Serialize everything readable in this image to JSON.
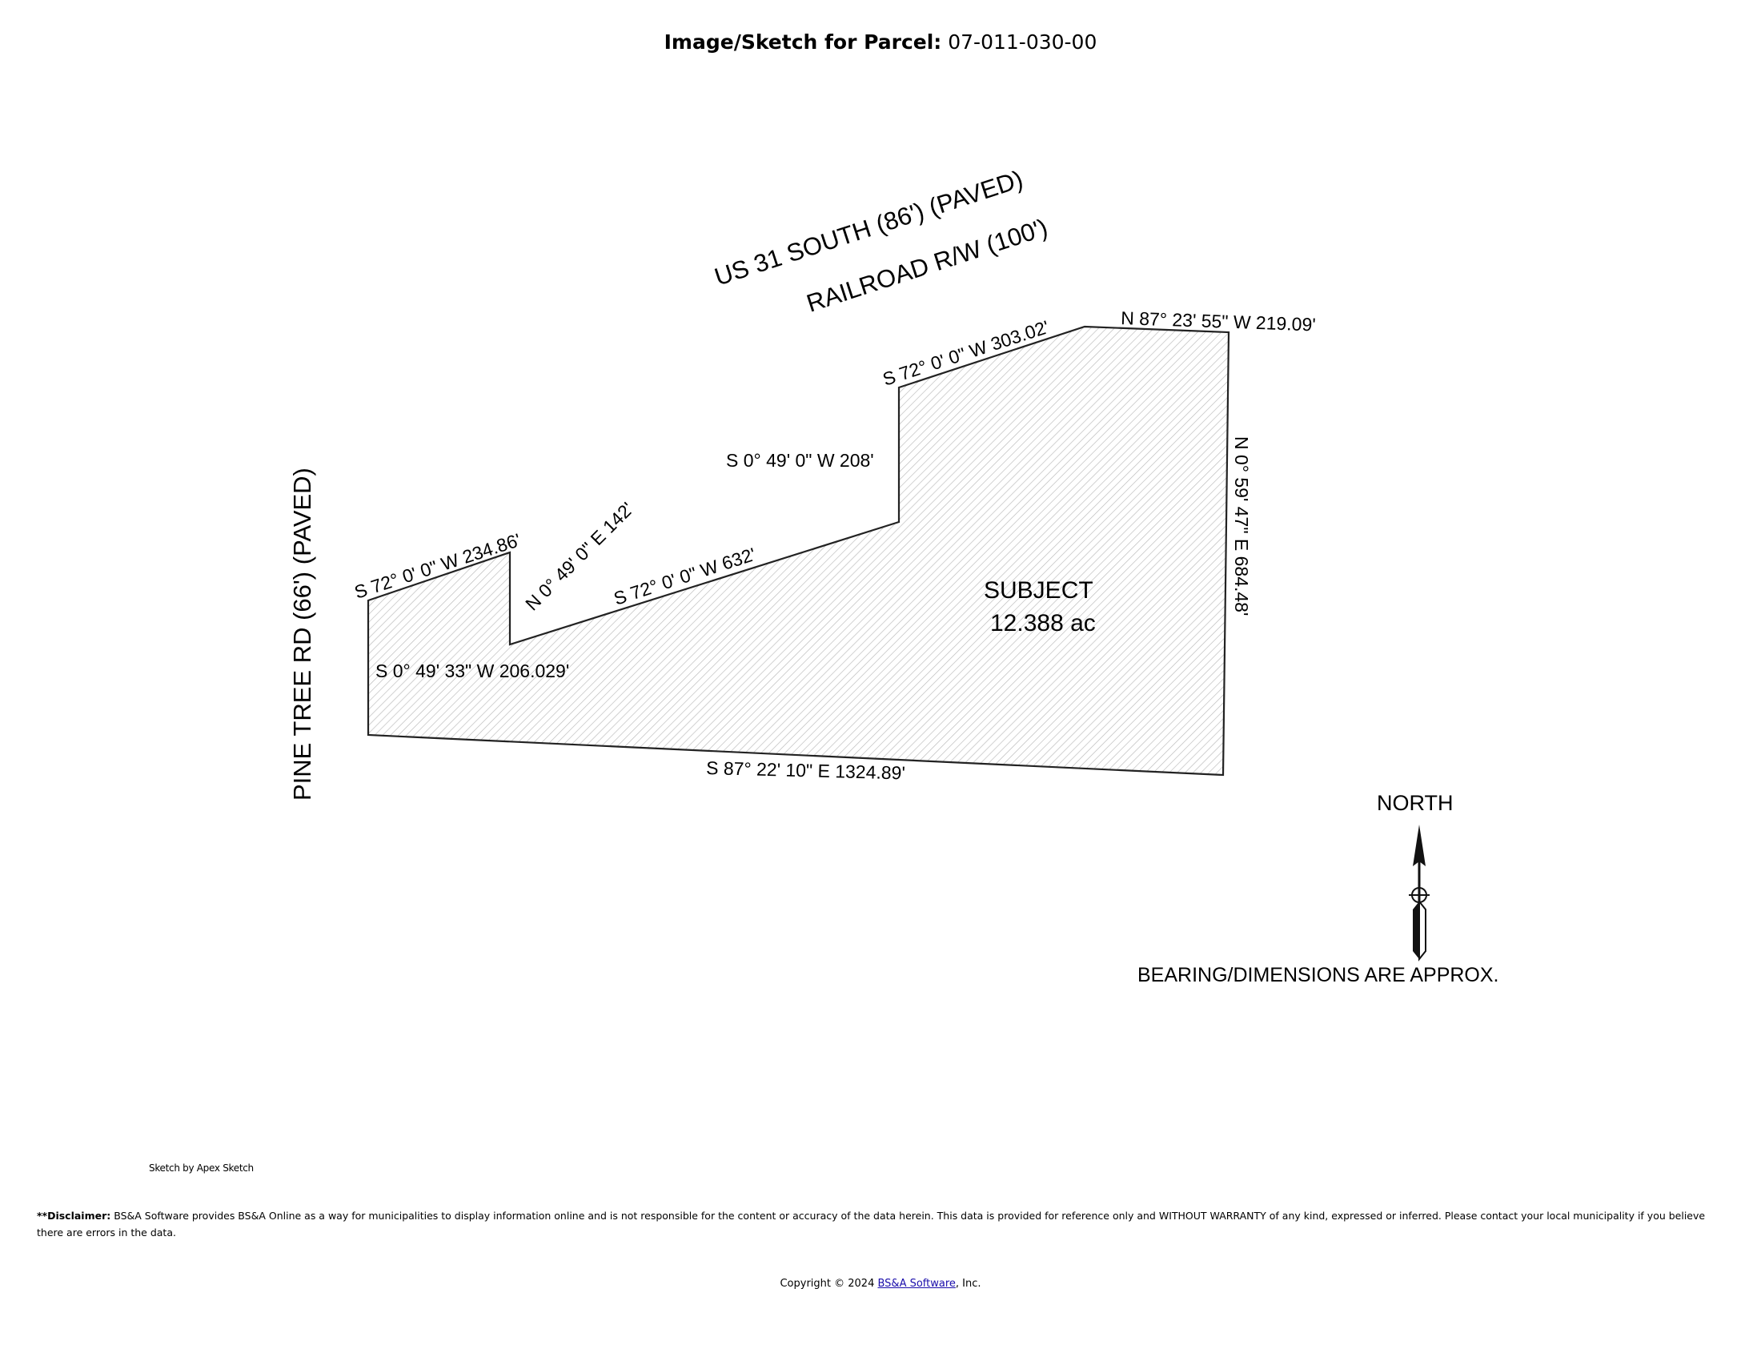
{
  "header": {
    "label": "Image/Sketch for Parcel:",
    "parcel": "07-011-030-00"
  },
  "sketch": {
    "roads": {
      "us31": "US 31 SOUTH (86') (PAVED)",
      "railroad": "RAILROAD R/W (100')",
      "pine_tree": "PINE TREE RD (66') (PAVED)"
    },
    "subject": {
      "label": "SUBJECT",
      "area": "12.388 ac"
    },
    "boundary_labels": {
      "n87_w": "N 87° 23' 55\" W  219.09'",
      "s72_303": "S 72° 0' 0\" W  303.02'",
      "s0_208": "S 0° 49' 0\" W  208'",
      "n0_684": "N 0° 59' 47\" E  684.48'",
      "s72_234": "S 72° 0' 0\" W  234.86'",
      "n0_142": "N 0° 49' 0\" E  142'",
      "s72_632": "S 72° 0' 0\" W  632'",
      "s0_206": "S 0° 49' 33\" W  206.029'",
      "s87_1324": "S 87° 22' 10\" E  1324.89'"
    },
    "north_label": "NORTH",
    "approx_note": "BEARING/DIMENSIONS ARE APPROX."
  },
  "footer": {
    "sketch_credit": "Sketch by Apex Sketch",
    "disclaimer_label": "**Disclaimer:",
    "disclaimer_text": " BS&A Software provides BS&A Online as a way for municipalities to display information online and is not responsible for the content or accuracy of the data herein. This data is provided for reference only and WITHOUT WARRANTY of any kind, expressed or inferred. Please contact your local municipality if you believe there are errors in the data.",
    "copyright_prefix": "Copyright © 2024 ",
    "copyright_link": "BS&A Software",
    "copyright_suffix": ", Inc."
  }
}
